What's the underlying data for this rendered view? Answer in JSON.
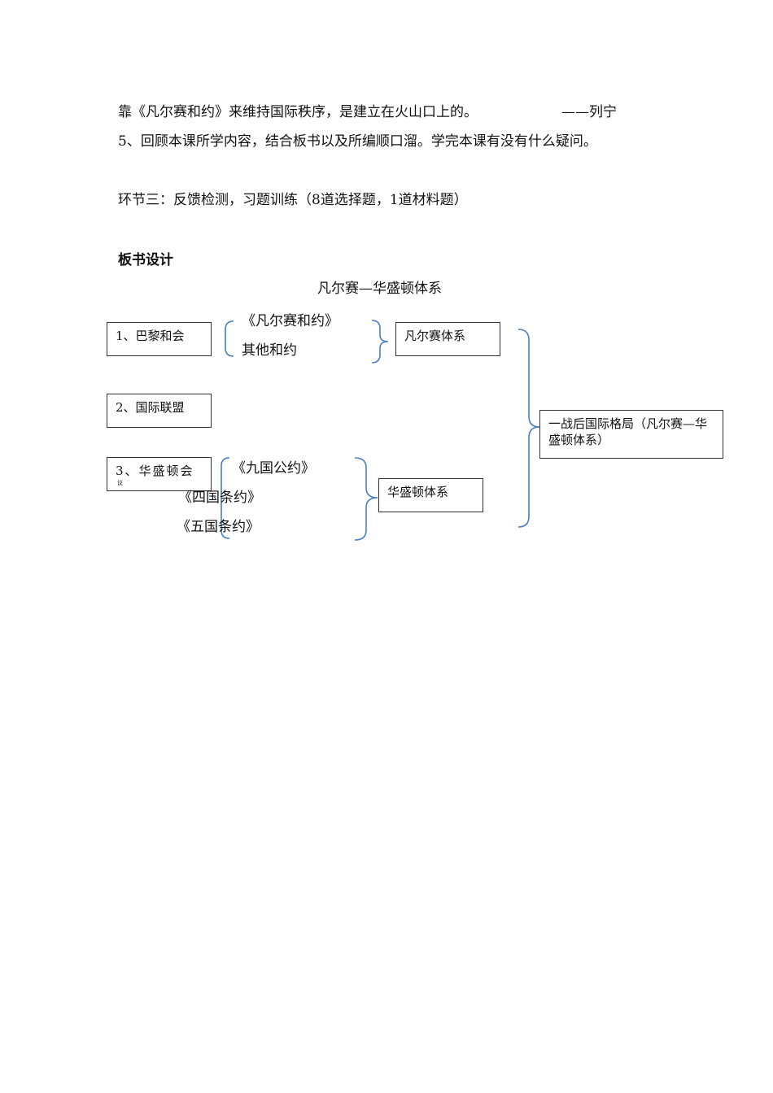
{
  "paragraphs": {
    "quote_line": "靠《凡尔赛和约》来维持国际秩序，是建立在火山口上的。",
    "quote_author": "——列宁",
    "review_line": "5、回顾本课所学内容，结合板书以及所编顺口溜。学完本课有没有什么疑问。",
    "section_three": "环节三：反馈检测，习题训练（8道选择题，1道材料题）"
  },
  "board": {
    "heading": "板书设计",
    "title": "凡尔赛—华盛顿体系",
    "box_paris": "1、巴黎和会",
    "box_league": "2、国际联盟",
    "box_washington": "3、华盛顿会",
    "tiny_mark": "议",
    "treaty_versailles": "《凡尔赛和约》",
    "treaty_others": "其他和约",
    "versailles_system": "凡尔赛体系",
    "treaty_nine": "《九国公约》",
    "treaty_four": "《四国条约》",
    "treaty_five": "《五国条约》",
    "washington_system": "华盛顿体系",
    "postwar_pattern": "一战后国际格局（凡尔赛—华盛顿体系）"
  },
  "colors": {
    "bracket": "#4a7fc1",
    "box_border": "#333333"
  }
}
